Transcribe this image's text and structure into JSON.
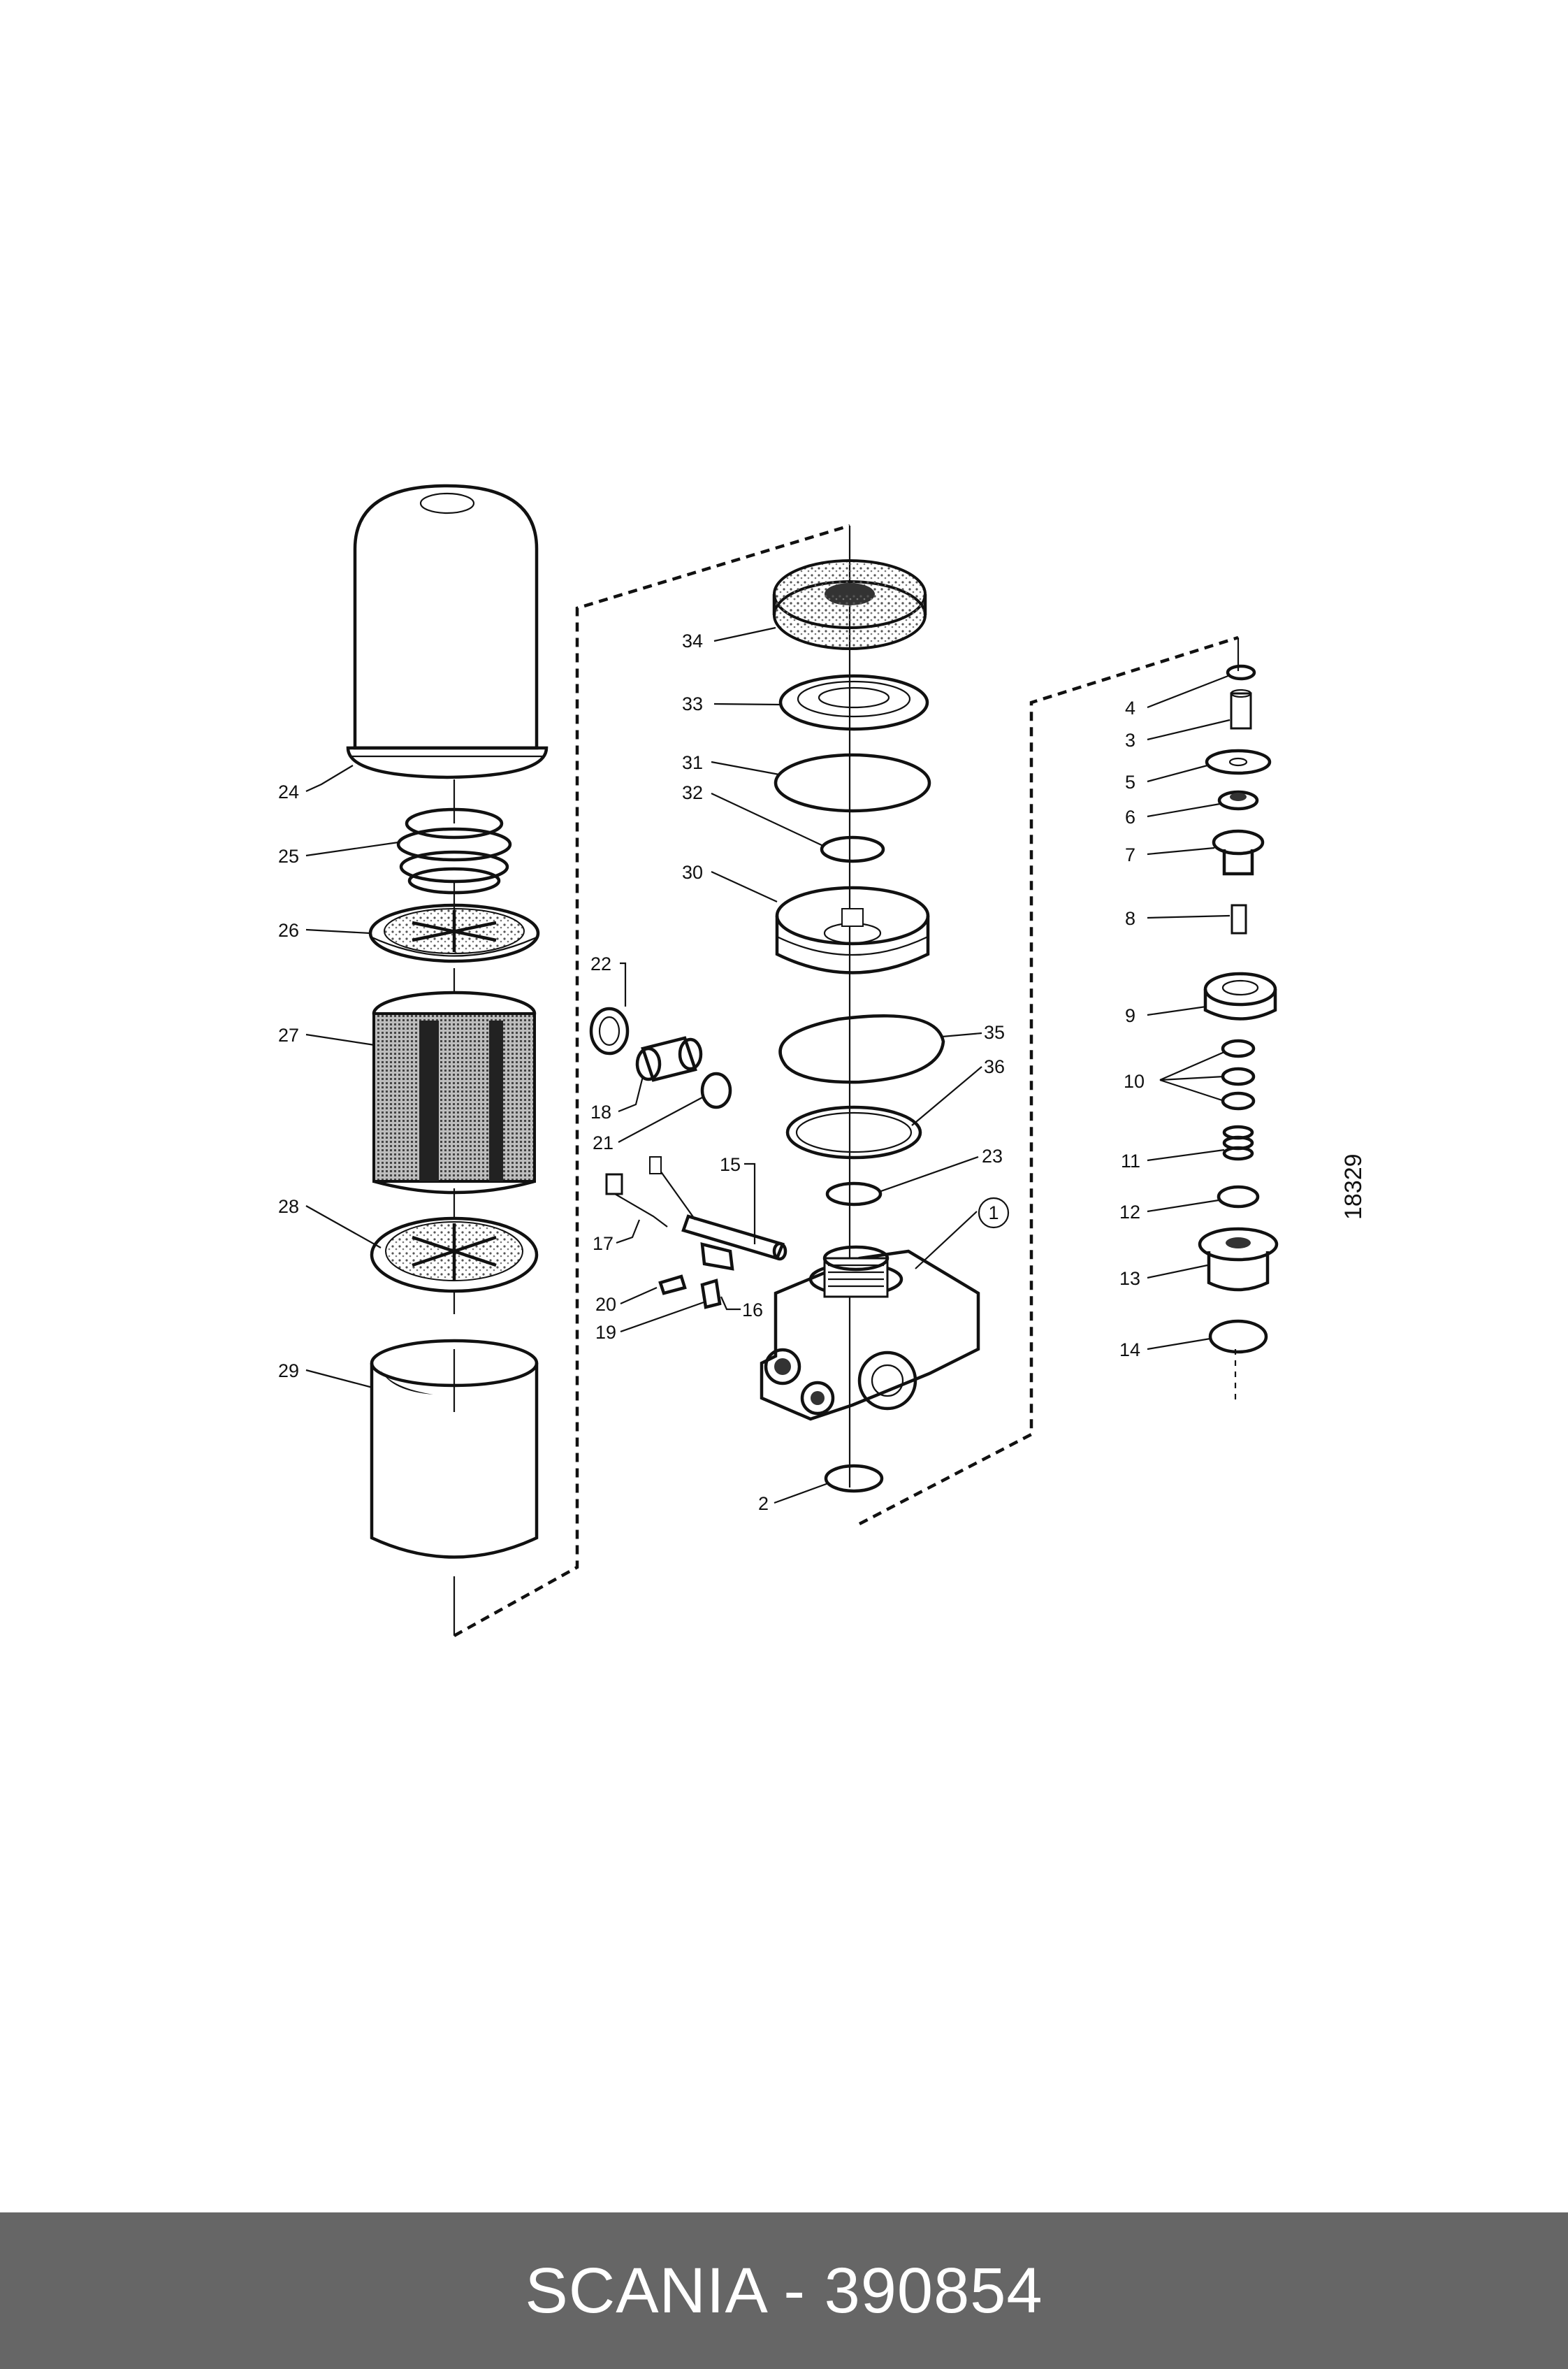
{
  "footer": {
    "title": "SCANIA - 390854"
  },
  "drawing_number": "18329",
  "callouts": {
    "c1": "1",
    "c2": "2",
    "c3": "3",
    "c4": "4",
    "c5": "5",
    "c6": "6",
    "c7": "7",
    "c8": "8",
    "c9": "9",
    "c10": "10",
    "c11": "11",
    "c12": "12",
    "c13": "13",
    "c14": "14",
    "c15": "15",
    "c16": "16",
    "c17": "17",
    "c18": "18",
    "c19": "19",
    "c20": "20",
    "c21": "21",
    "c22": "22",
    "c23": "23",
    "c24": "24",
    "c25": "25",
    "c26": "26",
    "c27": "27",
    "c28": "28",
    "c29": "29",
    "c30": "30",
    "c31": "31",
    "c32": "32",
    "c33": "33",
    "c34": "34",
    "c35": "35",
    "c36": "36"
  }
}
